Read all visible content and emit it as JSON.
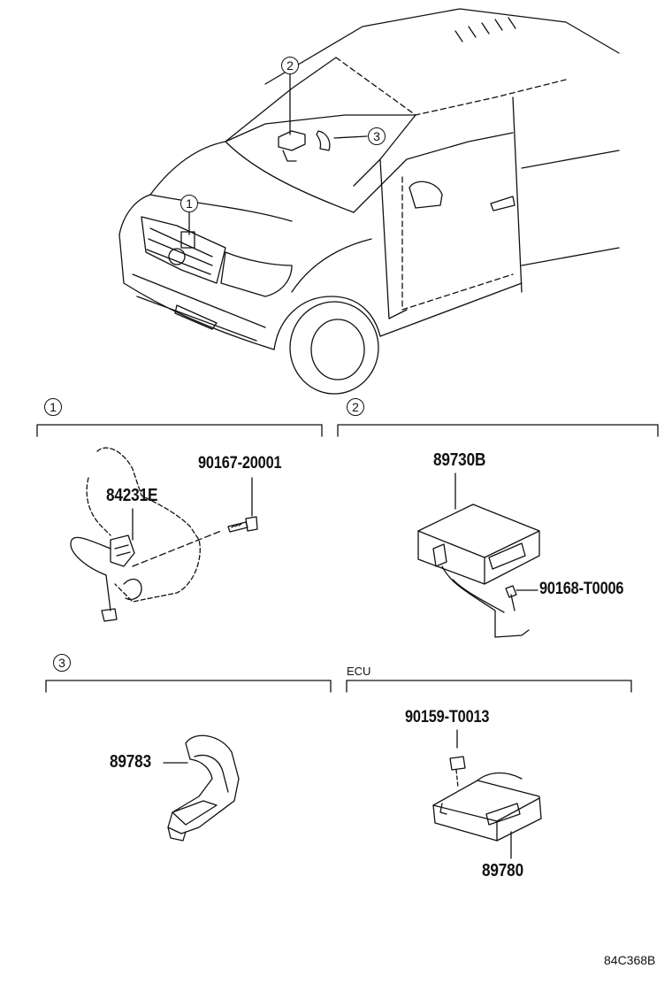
{
  "callouts": {
    "c1": "1",
    "c2": "2",
    "c3": "3"
  },
  "sections": {
    "s1": {
      "number": "1"
    },
    "s2": {
      "number": "2"
    },
    "s3": {
      "number": "3"
    },
    "ecu": {
      "label": "ECU"
    }
  },
  "parts": {
    "p84231E": "84231E",
    "p90167": "90167-20001",
    "p89730B": "89730B",
    "p90168": "90168-T0006",
    "p89783": "89783",
    "p90159": "90159-T0013",
    "p89780": "89780"
  },
  "figure_id": "84C368B"
}
